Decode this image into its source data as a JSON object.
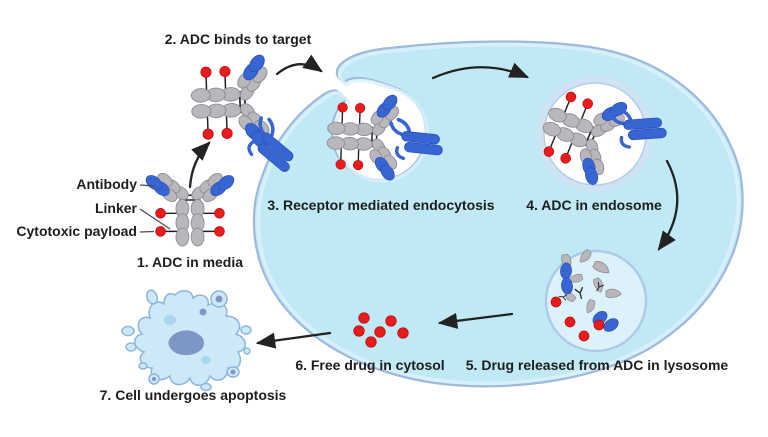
{
  "diagram": {
    "title_implicit": "ADC mechanism of action",
    "steps": {
      "step1": "1. ADC in media",
      "step2": "2. ADC binds to target",
      "step3": "3. Receptor mediated endocytosis",
      "step4": "4. ADC in endosome",
      "step5": "5. Drug released from ADC in lysosome",
      "step6": "6. Free drug in cytosol",
      "step7": "7. Cell undergoes apoptosis"
    },
    "component_labels": {
      "antibody": "Antibody",
      "linker": "Linker",
      "cytotoxic_payload": "Cytotoxic payload"
    },
    "flow": [
      {
        "from": "step1",
        "to": "step2"
      },
      {
        "from": "step2",
        "to": "step3"
      },
      {
        "from": "step3",
        "to": "step4"
      },
      {
        "from": "step4",
        "to": "step5"
      },
      {
        "from": "step5",
        "to": "step6"
      },
      {
        "from": "step6",
        "to": "step7"
      }
    ],
    "colors": {
      "background": "#ffffff",
      "cell_fill": "#c0e9f5",
      "cell_inner_band": "#dbf1fb",
      "membrane_outline": "#9fb9da",
      "antibody_gray": "#b9b6bc",
      "antibody_gray_outline": "#8d8a92",
      "receptor_blue": "#3765d2",
      "receptor_blue_outline": "#2a52b8",
      "payload_red": "#e81b1d",
      "payload_red_outline": "#b5090c",
      "lysosome_fill": "#ddf1fb",
      "endosome_halo": "#cfe3f3",
      "apoptosis_fill": "#cde9f8",
      "apoptosis_outline": "#8cb6db",
      "apoptosis_nucleus": "#7e96c6",
      "arrow": "#222222",
      "text": "#1d1d1f"
    }
  }
}
